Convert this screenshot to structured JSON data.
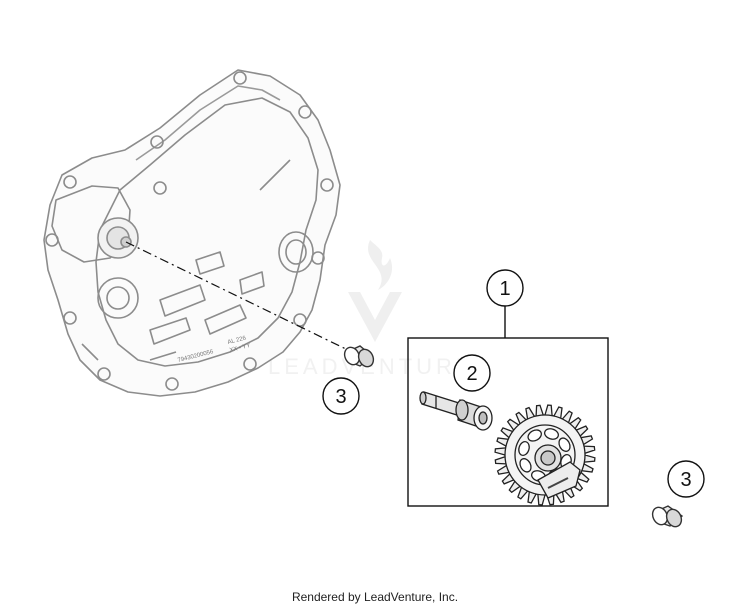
{
  "callouts": [
    {
      "id": "callout-1",
      "label": "1"
    },
    {
      "id": "callout-2",
      "label": "2"
    },
    {
      "id": "callout-3a",
      "label": "3"
    },
    {
      "id": "callout-3b",
      "label": "3"
    }
  ],
  "watermark": {
    "text": "LEADVENTURE"
  },
  "casting_marks": {
    "line1": "AL 226",
    "line2": "79430200056",
    "line3": "XX • YY"
  },
  "footer": {
    "text": "Rendered by LeadVenture, Inc."
  }
}
